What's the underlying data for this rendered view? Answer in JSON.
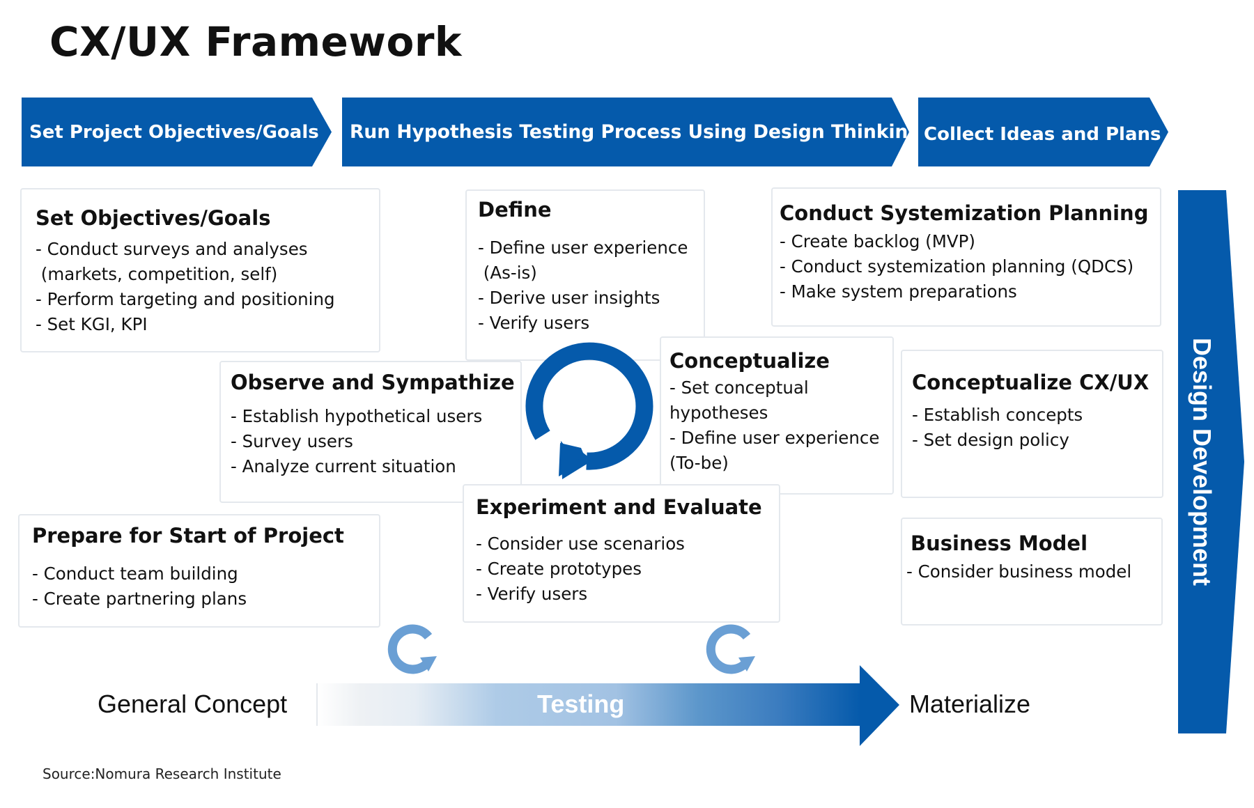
{
  "title": "CX/UX Framework",
  "phases": [
    {
      "label": "Set Project Objectives/Goals"
    },
    {
      "label": "Run Hypothesis Testing Process Using Design Thinking"
    },
    {
      "label": "Collect Ideas and Plans"
    }
  ],
  "boxes": {
    "set_objectives": {
      "title": "Set Objectives/Goals",
      "items": [
        "- Conduct surveys and analyses",
        " (markets, competition, self)",
        "- Perform targeting and positioning",
        "- Set KGI, KPI"
      ]
    },
    "prepare_start": {
      "title": "Prepare for Start of Project",
      "items": [
        "- Conduct team building",
        "- Create partnering plans"
      ]
    },
    "define": {
      "title": "Define",
      "items": [
        "- Define user experience",
        " (As-is)",
        "- Derive user insights",
        "- Verify users"
      ]
    },
    "observe": {
      "title": "Observe and Sympathize",
      "items": [
        "- Establish hypothetical users",
        "- Survey users",
        "- Analyze current situation"
      ]
    },
    "conceptualize": {
      "title": "Conceptualize",
      "items": [
        "- Set conceptual",
        "hypotheses",
        "- Define user experience",
        "(To-be)"
      ]
    },
    "experiment": {
      "title": "Experiment and Evaluate",
      "items": [
        "- Consider use scenarios",
        "- Create prototypes",
        "- Verify users"
      ]
    },
    "systemization": {
      "title": "Conduct Systemization Planning",
      "items": [
        "- Create backlog (MVP)",
        "- Conduct systemization planning (QDCS)",
        "- Make system preparations"
      ]
    },
    "conceptualize_cxux": {
      "title": "Conceptualize CX/UX",
      "items": [
        "- Establish concepts",
        "- Set design policy"
      ]
    },
    "business_model": {
      "title": "Business Model",
      "items": [
        "- Consider business model"
      ]
    }
  },
  "design_development": {
    "label": "Design Development"
  },
  "testing_axis": {
    "start_label": "General Concept",
    "middle_label": "Testing",
    "end_label": "Materialize"
  },
  "icons": {
    "main_cycle": "cycle-arrow-icon",
    "small_cycle": "refresh-icon"
  },
  "colors": {
    "brand_blue": "#055aab",
    "light_blue": "#6a9fd4",
    "box_border": "#e4e8ed"
  },
  "footer": {
    "source": "Source:Nomura Research Institute"
  }
}
